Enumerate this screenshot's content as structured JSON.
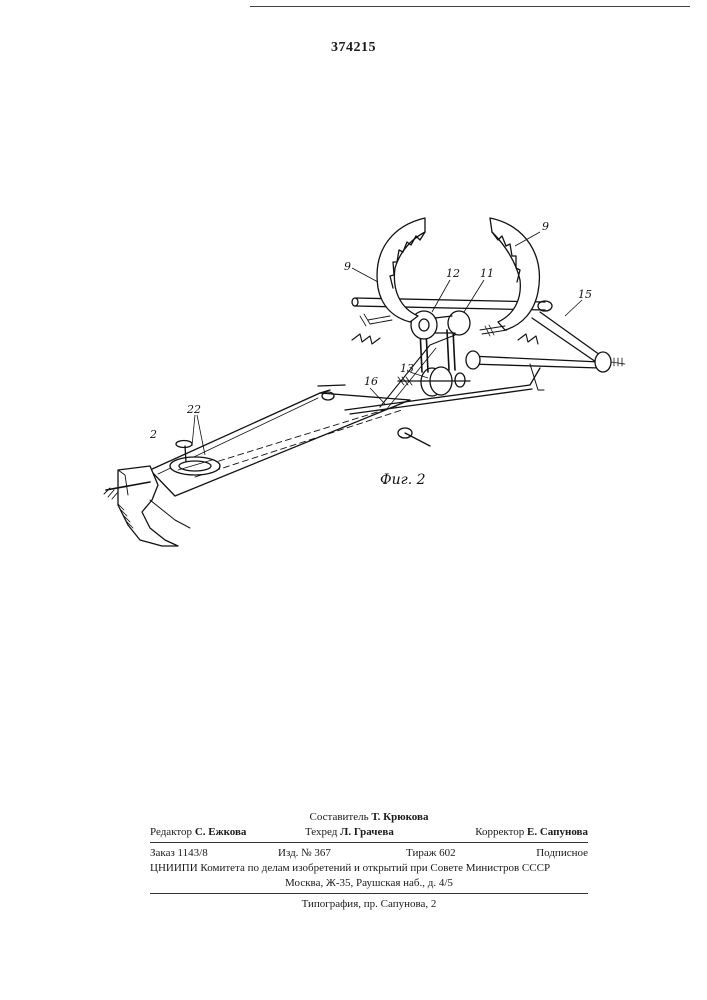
{
  "patent_number": "374215",
  "figure": {
    "caption": "Фиг. 2",
    "part_labels": [
      "2",
      "22",
      "9",
      "9",
      "12",
      "11",
      "15",
      "13",
      "16"
    ]
  },
  "imprint": {
    "compiler_role": "Составитель",
    "compiler_name": "Т. Крюкова",
    "editor_role": "Редактор",
    "editor_name": "С. Ежкова",
    "techred_role": "Техред",
    "techred_name": "Л. Грачева",
    "corrector_role": "Корректор",
    "corrector_name": "Е. Сапунова",
    "order": "Заказ 1143/8",
    "edition": "Изд. № 367",
    "circulation": "Тираж 602",
    "subscription": "Подписное",
    "org_line": "ЦНИИПИ Комитета по делам изобретений и открытий при Совете Министров СССР",
    "address_line": "Москва, Ж-35, Раушская наб., д. 4/5",
    "printing_house": "Типография, пр. Сапунова, 2"
  }
}
